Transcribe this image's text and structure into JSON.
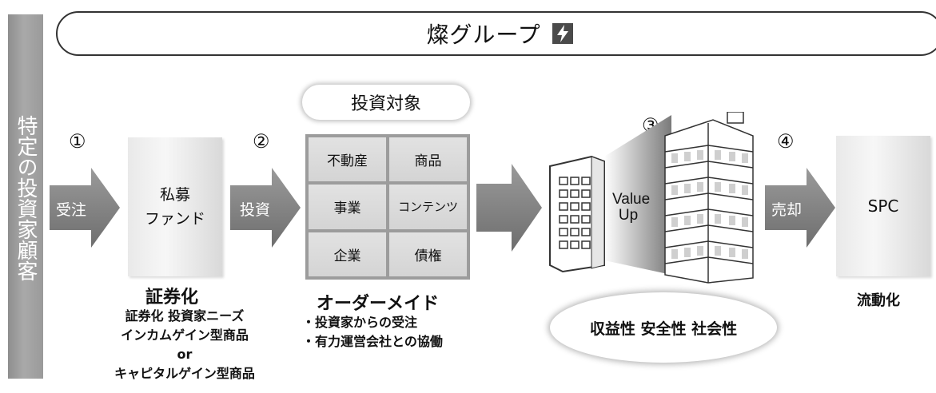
{
  "left_band": {
    "text": "特定の投資家顧客"
  },
  "banner": {
    "title": "燦グループ"
  },
  "steps": {
    "s1": "①",
    "s2": "②",
    "s3": "③",
    "s4": "④"
  },
  "arrows": {
    "order": "受注",
    "invest": "投資",
    "sell": "売却"
  },
  "fund_box": {
    "line1": "私募",
    "line2": "ファンド"
  },
  "target_pill": "投資対象",
  "targets": [
    "不動産",
    "商品",
    "事業",
    "コンテンツ",
    "企業",
    "債権"
  ],
  "value_up": {
    "line1": "Value",
    "line2": "Up"
  },
  "spc_box": "SPC",
  "captions": {
    "securitize_title": "証券化",
    "securitize_lines": [
      "証券化 投資家ニーズ",
      "インカムゲイン型商品",
      "or",
      "キャピタルゲイン型商品"
    ],
    "ordermade_title": "オーダーメイド",
    "ordermade_lines": [
      "・投資家からの受注",
      "・有力運営会社との協働"
    ],
    "liquidity_title": "流動化"
  },
  "benefits": "収益性 安全性 社会性"
}
